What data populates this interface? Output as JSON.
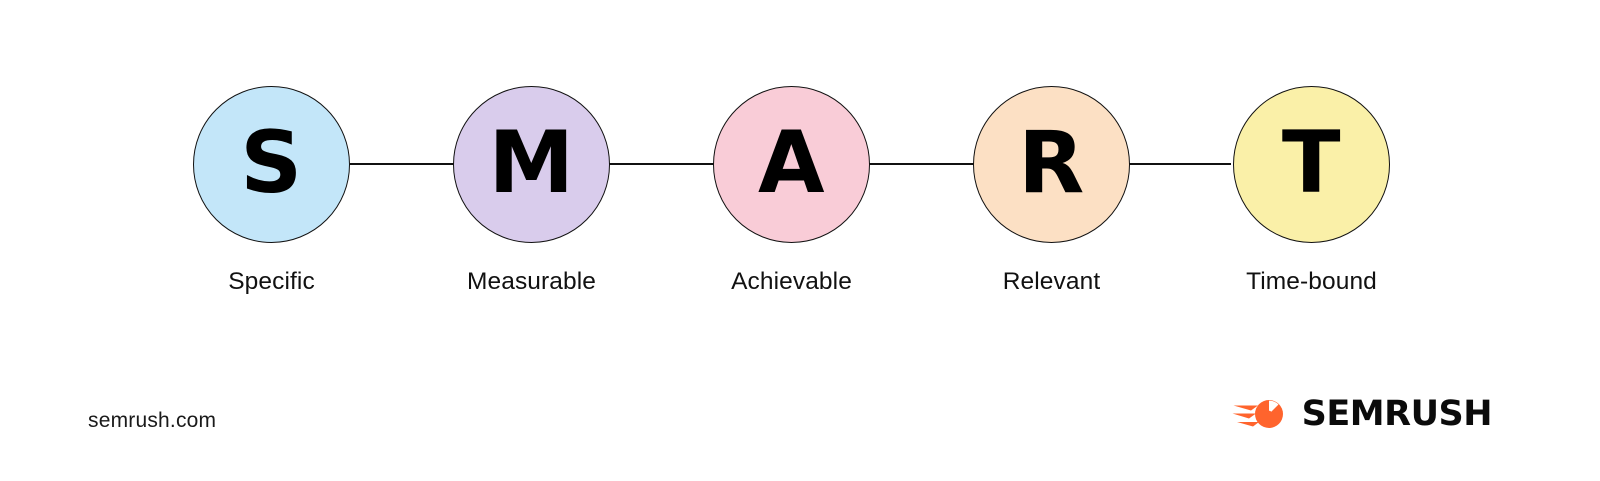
{
  "diagram": {
    "type": "process-flow",
    "title": "SMART",
    "nodes": [
      {
        "letter": "S",
        "label": "Specific",
        "color": "#C3E6F9"
      },
      {
        "letter": "M",
        "label": "Measurable",
        "color": "#D9CCEC"
      },
      {
        "letter": "A",
        "label": "Achievable",
        "color": "#F9CCD7"
      },
      {
        "letter": "R",
        "label": "Relevant",
        "color": "#FCE0C4"
      },
      {
        "letter": "T",
        "label": "Time-bound",
        "color": "#FAF0A8"
      }
    ]
  },
  "footer": {
    "site_url": "semrush.com",
    "brand_name": "SEMRUSH",
    "brand_color": "#FF642D",
    "brand_text_color": "#0B0B0B",
    "logo_icon": "semrush-comet-icon"
  },
  "canvas": {
    "background": "#FFFFFF",
    "line_color": "#111111"
  }
}
